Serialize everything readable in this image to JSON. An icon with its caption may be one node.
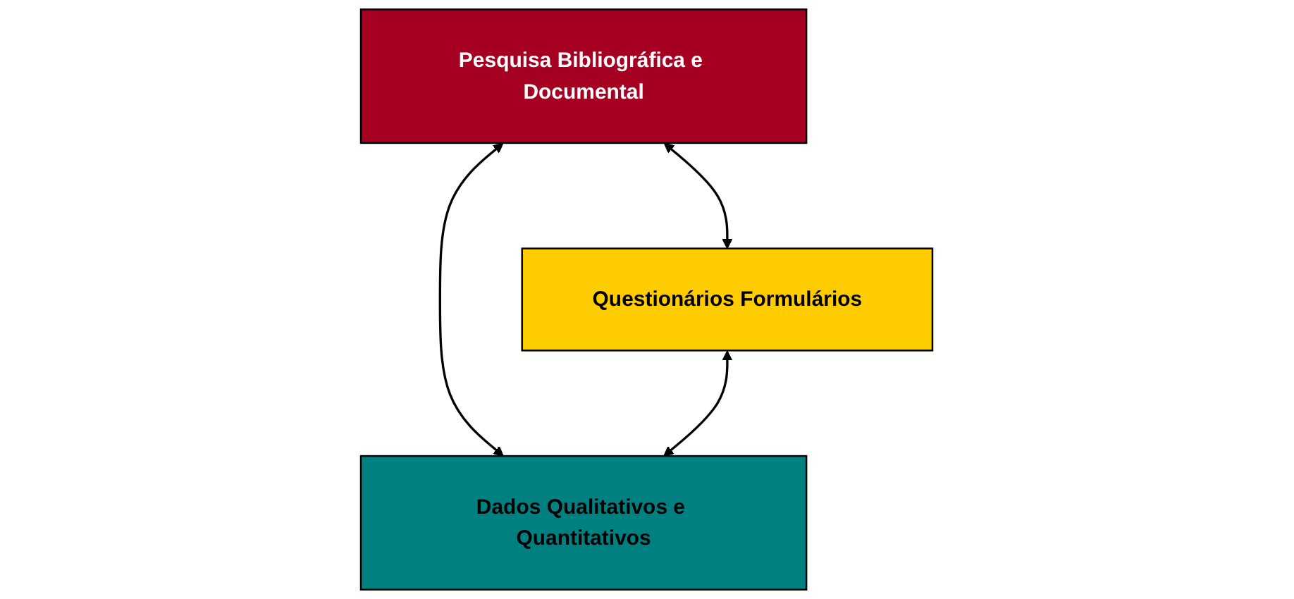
{
  "diagram": {
    "nodes": [
      {
        "text": [
          "Pesquisa Bibliográfica e Documental"
        ]
      },
      {
        "text": [
          "Questionários Formulários"
        ]
      },
      {
        "text": [
          "Dados Qualitativos e Quantitativos"
        ]
      }
    ],
    "edges": [
      {
        "from": 0,
        "to": 1,
        "arrow": "both"
      },
      {
        "from": 0,
        "to": 2,
        "arrow": "both"
      },
      {
        "from": 1,
        "to": 2,
        "arrow": "both"
      }
    ]
  }
}
